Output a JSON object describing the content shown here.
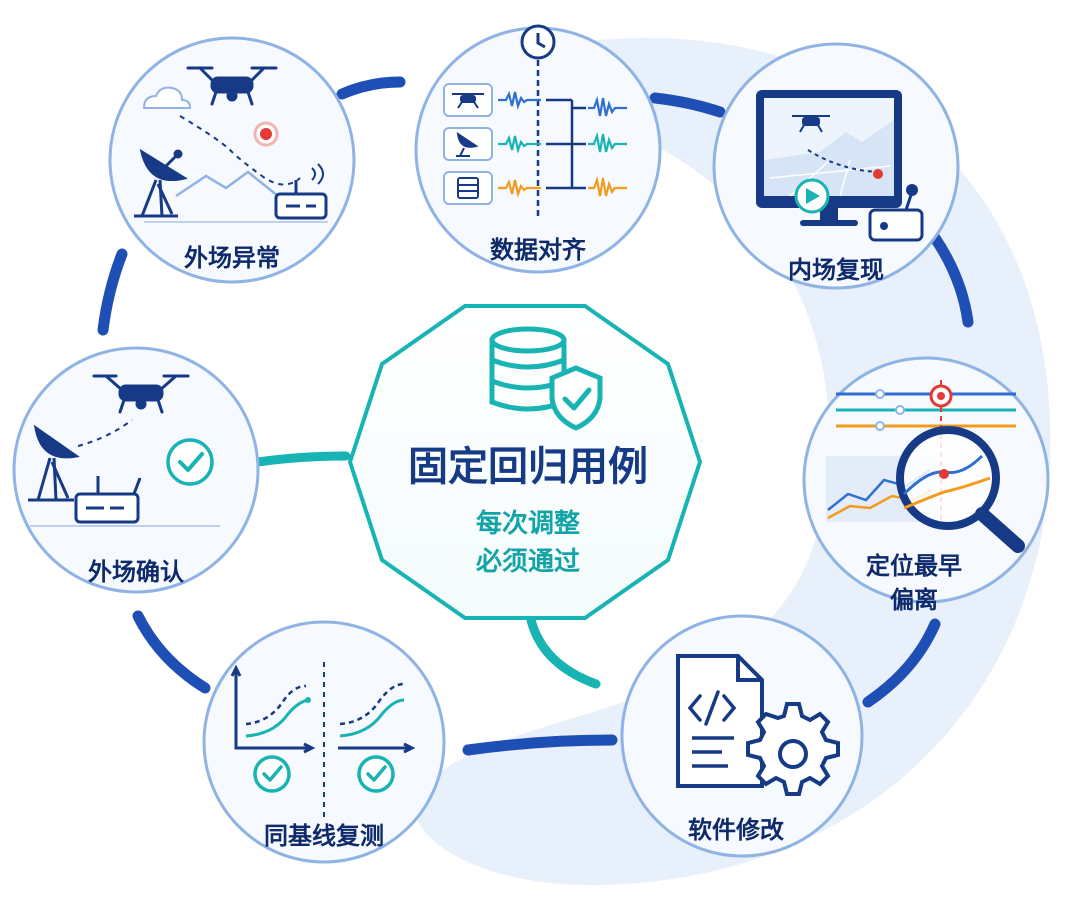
{
  "center": {
    "title": "固定回归用例",
    "subtitle_line1": "每次调整",
    "subtitle_line2": "必须通过"
  },
  "steps": [
    {
      "id": "field-anomaly",
      "label": "外场异常"
    },
    {
      "id": "data-alignment",
      "label": "数据对齐"
    },
    {
      "id": "lab-reproduction",
      "label": "内场复现"
    },
    {
      "id": "locate-deviation",
      "label_line1": "定位最早",
      "label_line2": "偏离"
    },
    {
      "id": "software-modification",
      "label": "软件修改"
    },
    {
      "id": "baseline-retest",
      "label": "同基线复测"
    },
    {
      "id": "field-confirmation",
      "label": "外场确认"
    }
  ],
  "colors": {
    "navy": "#163a86",
    "dark_text": "#0f2a6b",
    "teal": "#18b3b3",
    "blue_arrow": "#1d4fb5",
    "circle_stroke": "#8fb3e3",
    "circle_fill": "#f6f9fe",
    "backdrop": "#e7f0fb",
    "red": "#e53935",
    "orange": "#f29b1d",
    "wave_blue": "#2f6fd1",
    "wave_teal": "#18b3b3"
  },
  "icons": [
    "drone-icon",
    "satellite-dish-icon",
    "router-icon",
    "cloud-icon",
    "mountain-icon",
    "red-marker-icon",
    "clock-icon",
    "waveform-icon",
    "monitor-icon",
    "play-icon",
    "joystick-icon",
    "magnifier-icon",
    "code-document-icon",
    "gear-icon",
    "checkmark-icon",
    "database-icon",
    "shield-check-icon"
  ]
}
